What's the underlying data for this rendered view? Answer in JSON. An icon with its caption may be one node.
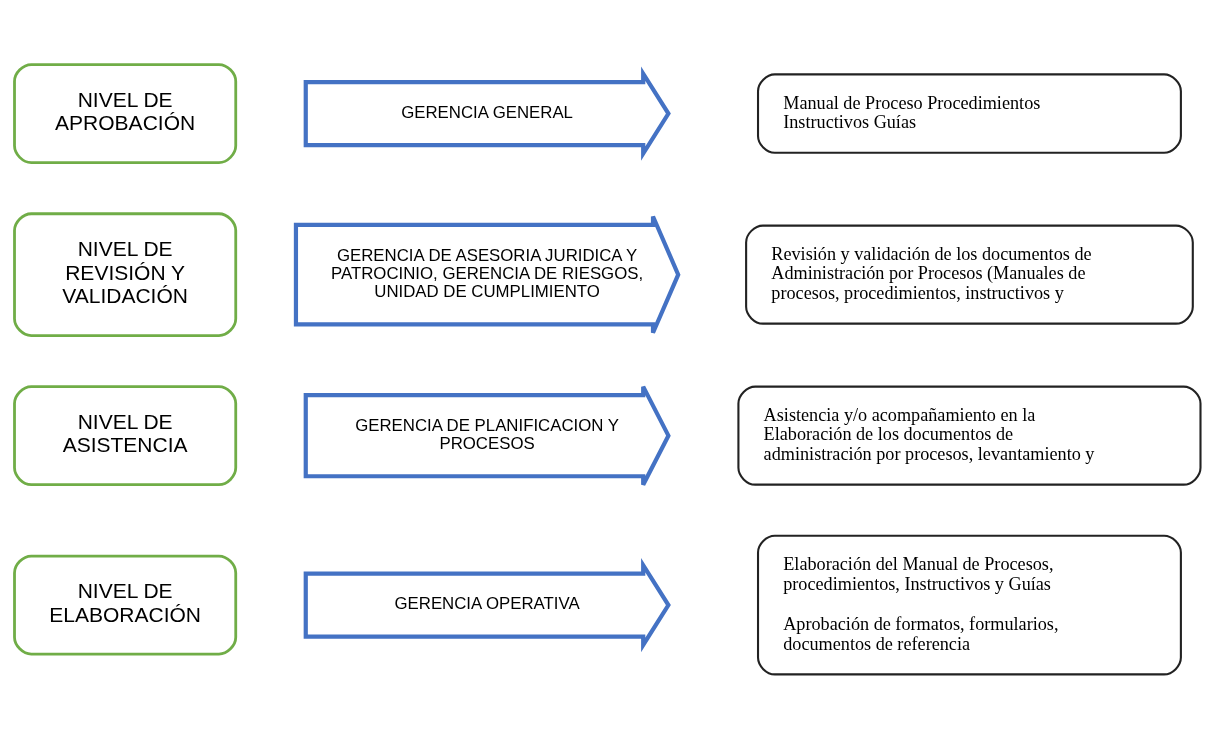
{
  "diagram": {
    "nodes": [
      {
        "text": [
          "NIVEL DE APROBACIÓN"
        ]
      },
      {
        "text": [
          "GERENCIA GENERAL"
        ]
      },
      {
        "text": [
          "Manual de Proceso Procedimientos Instructivos Guías"
        ]
      },
      {
        "text": [
          "NIVEL DE REVISIÓN Y VALIDACIÓN"
        ]
      },
      {
        "text": [
          "GERENCIA DE ASESORIA JURIDICA Y PATROCINIO, GERENCIA DE RIESGOS, UNIDAD DE CUMPLIMIENTO"
        ]
      },
      {
        "text": [
          "Revisión y validación de los documentos de Administración por Procesos (Manuales de procesos, procedimientos, instructivos y"
        ]
      },
      {
        "text": [
          "NIVEL DE ASISTENCIA"
        ]
      },
      {
        "text": [
          "GERENCIA DE PLANIFICACION Y PROCESOS"
        ]
      },
      {
        "text": [
          "Asistencia y/o acompañamiento en la Elaboración de los documentos de administración por procesos, levantamiento y"
        ]
      },
      {
        "text": [
          "NIVEL DE ELABORACIÓN"
        ]
      },
      {
        "text": [
          "GERENCIA OPERATIVA"
        ]
      },
      {
        "text": [
          "Elaboración del Manual de Procesos, procedimientos, Instructivos y Guías",
          "Aprobación de formatos, formularios, documentos de referencia"
        ]
      }
    ]
  }
}
